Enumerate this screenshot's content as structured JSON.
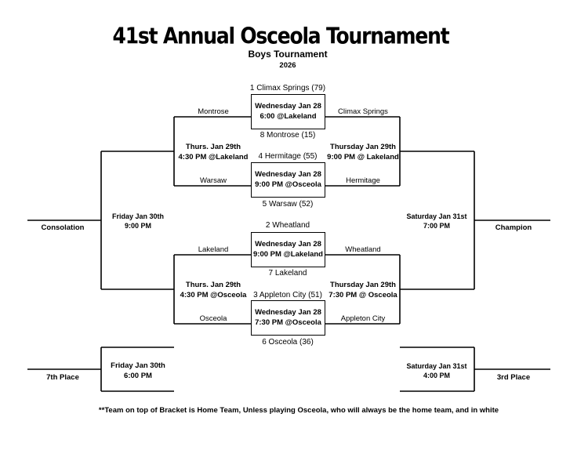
{
  "header": {
    "title": "41st Annual Osceola Tournament",
    "subtitle": "Boys Tournament",
    "year": "2026"
  },
  "games": {
    "g1": {
      "top_team": "1 Climax Springs (79)",
      "bottom_team": "8 Montrose (15)",
      "date": "Wednesday Jan 28",
      "time": "6:00 @Lakeland"
    },
    "g2": {
      "top_team": "4 Hermitage (55)",
      "bottom_team": "5 Warsaw (52)",
      "date": "Wednesday Jan 28",
      "time": "9:00 PM @Osceola"
    },
    "g3": {
      "top_team": "2 Wheatland",
      "bottom_team": "7 Lakeland",
      "date": "Wednesday Jan 28",
      "time": "9:00 PM @Lakeland"
    },
    "g4": {
      "top_team": "3 Appleton City (51)",
      "bottom_team": "6 Osceola (36)",
      "date": "Wednesday Jan 28",
      "time": "7:30 PM @Osceola"
    }
  },
  "lines": {
    "left_g1": "Montrose",
    "left_g2": "Warsaw",
    "left_g3": "Lakeland",
    "left_g4": "Osceola",
    "right_g1": "Climax Springs",
    "right_g2": "Hermitage",
    "right_g3": "Wheatland",
    "right_g4": "Appleton City"
  },
  "rounds": {
    "left_semi_top": {
      "date": "Thurs. Jan 29th",
      "time": "4:30 PM @Lakeland"
    },
    "left_semi_bottom": {
      "date": "Thurs. Jan 29th",
      "time": "4:30 PM @Osceola"
    },
    "right_semi_top": {
      "date": "Thursday Jan 29th",
      "time": "9:00 PM @ Lakeland"
    },
    "right_semi_bottom": {
      "date": "Thursday Jan 29th",
      "time": "7:30 PM @ Osceola"
    },
    "consolation_final": {
      "date": "Friday Jan 30th",
      "time": "9:00 PM"
    },
    "championship": {
      "date": "Saturday Jan 31st",
      "time": "7:00 PM"
    },
    "seventh_place": {
      "date": "Friday Jan 30th",
      "time": "6:00 PM"
    },
    "third_place": {
      "date": "Saturday Jan 31st",
      "time": "4:00 PM"
    }
  },
  "results": {
    "consolation": "Consolation",
    "champion": "Champion",
    "seventh": "7th Place",
    "third": "3rd Place"
  },
  "footer": {
    "note": "**Team on top of Bracket is Home Team, Unless playing Osceola, who will always be the home team, and in white"
  }
}
